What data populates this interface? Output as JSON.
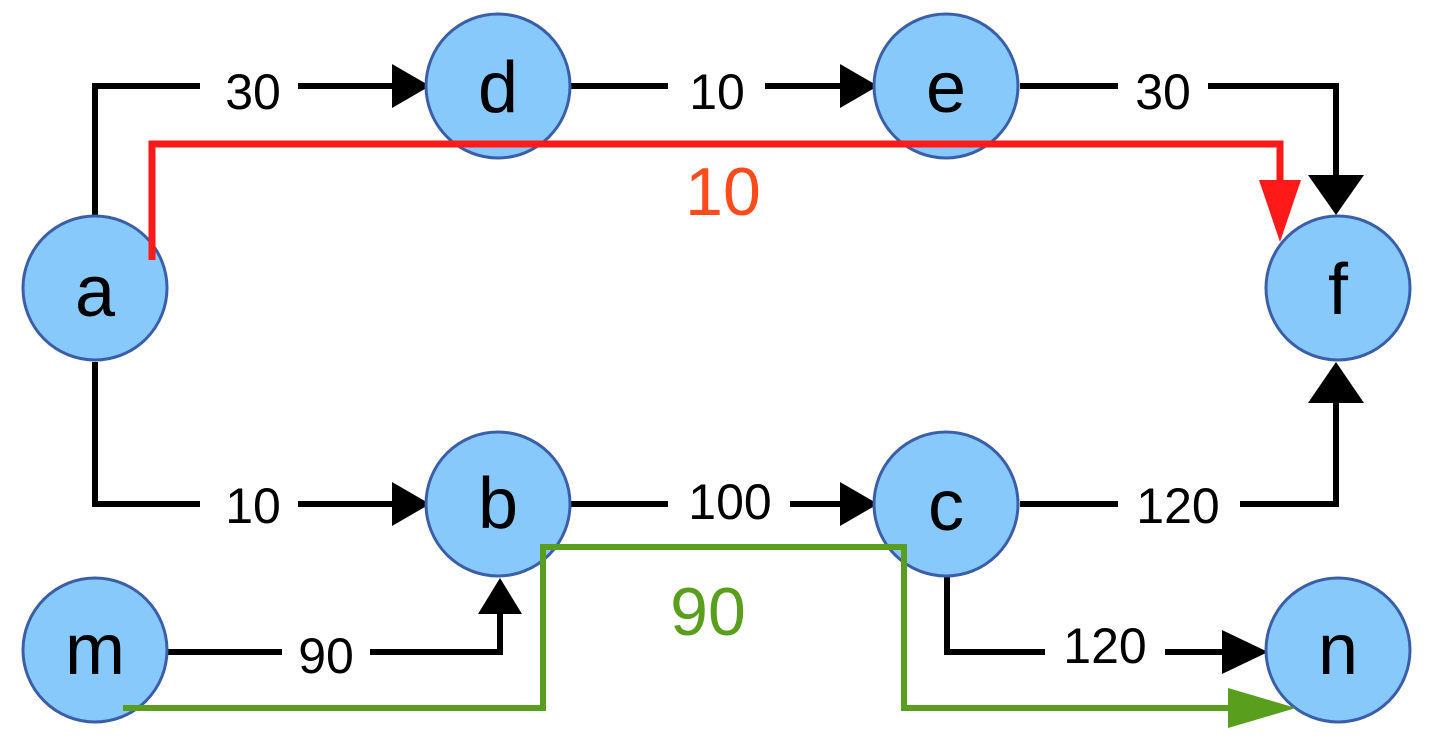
{
  "colors": {
    "node_fill": "#87c9fb",
    "node_stroke": "#3a5fa8",
    "edge": "#000000",
    "red_path": "#ff1a1a",
    "red_path_label": "#ff4a1a",
    "green_path": "#5a9e1e"
  },
  "nodes": {
    "a": "a",
    "b": "b",
    "c": "c",
    "d": "d",
    "e": "e",
    "f": "f",
    "m": "m",
    "n": "n"
  },
  "edges": {
    "a_d": "30",
    "d_e": "10",
    "e_f": "30",
    "a_b": "10",
    "b_c": "100",
    "c_f": "120",
    "m_b": "90",
    "c_n": "120"
  },
  "paths": {
    "red_label": "10",
    "green_label": "90"
  }
}
